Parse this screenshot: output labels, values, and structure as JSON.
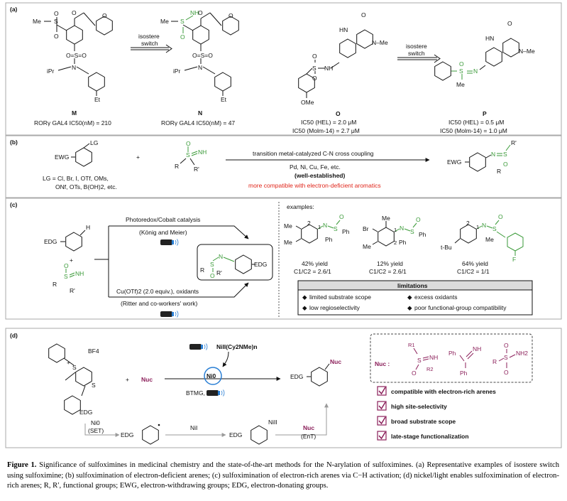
{
  "panels": {
    "a": {
      "label": "(a)",
      "arrow1": [
        "isostere",
        "switch"
      ],
      "arrow2": [
        "isostere",
        "switch"
      ],
      "compounds": [
        {
          "id": "M",
          "activity": [
            "RORγ GAL4 IC50(nM) = 210"
          ]
        },
        {
          "id": "N",
          "activity": [
            "RORγ GAL4 IC50(nM) = 47"
          ]
        },
        {
          "id": "O",
          "activity": [
            "IC50 (HEL) = 2.0 μM",
            "IC50 (Molm-14) = 2.7 μM"
          ]
        },
        {
          "id": "P",
          "activity": [
            "IC50 (HEL) = 0.5 μM",
            "IC50 (Molm-14) = 1.0 μM"
          ]
        }
      ],
      "atoms": {
        "me_s": "Me",
        "ipr": "iPr",
        "et": "Et",
        "nh": "NH",
        "hn": "HN",
        "n_me": "N",
        "me": "Me",
        "ome": "OMe",
        "o": "O",
        "s": "S",
        "n": "N",
        "h": "H",
        "eq_o": "O"
      }
    },
    "b": {
      "label": "(b)",
      "lg": "LG",
      "ewg": "EWG",
      "plus": "+",
      "lg_list": [
        "LG = Cl, Br, I, OTf, OMs,",
        "ONf, OTs, B(OH)2, etc."
      ],
      "conditions": [
        "transition metal-catalyzed C-N cross coupling",
        "Pd, Ni, Cu, Fe, etc."
      ],
      "bold_note": "(well-established)",
      "red_note": "more compatible with electron-deficient aromatics",
      "atoms": {
        "r": "R",
        "rp": "R'",
        "nh": "NH",
        "o": "O",
        "s": "S",
        "n": "N"
      }
    },
    "c": {
      "label": "(c)",
      "edg": "EDG",
      "h": "H",
      "plus": "+",
      "top_conditions": [
        "Photoredox/Cobalt catalysis",
        "(König and Meier)"
      ],
      "bottom_conditions": [
        "Cu(OTf)2 (2.0 equiv.), oxidants",
        "(Ritter and co-workers' work)"
      ],
      "examples_title": "examples:",
      "examples": [
        {
          "yield": "42% yield",
          "ratio": "C1/C2 = 2.6/1"
        },
        {
          "yield": "12% yield",
          "ratio": "C1/C2 = 2.6/1"
        },
        {
          "yield": "64% yield",
          "ratio": "C1/C2 = 1/1"
        }
      ],
      "example_atoms": {
        "me": "Me",
        "br": "Br",
        "tbu": "t-Bu",
        "ph": "Ph",
        "f": "F",
        "one": "1",
        "two": "2"
      },
      "limitations_title": "limitations",
      "limitations": [
        "limited substrate scope",
        "excess oxidants",
        "low regioselectivity",
        "poor functional-group compatibility"
      ]
    },
    "d": {
      "label": "(d)",
      "bf4": "BF4",
      "edg": "EDG",
      "plus": "+",
      "nuc": "Nuc",
      "ni_complex": "NiII(Cy2NMe)n",
      "ni0": "Ni0",
      "btmg": "BTMG,",
      "steps": [
        "Ni0",
        "(SET)",
        "NiI",
        "Nuc",
        "(EnT)"
      ],
      "niII": "NiII",
      "nuc_box_label": "Nuc :",
      "nuc_atoms": {
        "r1": "R1",
        "r2": "R2",
        "nh": "NH",
        "nh2": "NH2",
        "ph": "Ph",
        "r": "R",
        "o": "O",
        "s": "S"
      },
      "checks": [
        "compatible with electron-rich arenes",
        "high site-selectivity",
        "broad substrate scope",
        "late-stage functionalization"
      ]
    }
  },
  "caption": {
    "lead": "Figure 1.",
    "text": "Significance of sulfoximines in medicinal chemistry and the state-of-the-art methods for the N-arylation of sulfoximines. (a) Representative examples of isostere switch using sulfoximine; (b) sulfoximination of electron-deficient arenes; (c) sulfoximination of electron-rich arenes via C−H activation; (d) nickel/light enables sulfoximination of electron-rich arenes; R, R′, functional groups; EWG, electron-withdrawing groups; EDG, electron-donating groups."
  },
  "colors": {
    "accent_red": "#e0261b",
    "green": "#3a9a38",
    "purple": "#8b1f5a"
  }
}
